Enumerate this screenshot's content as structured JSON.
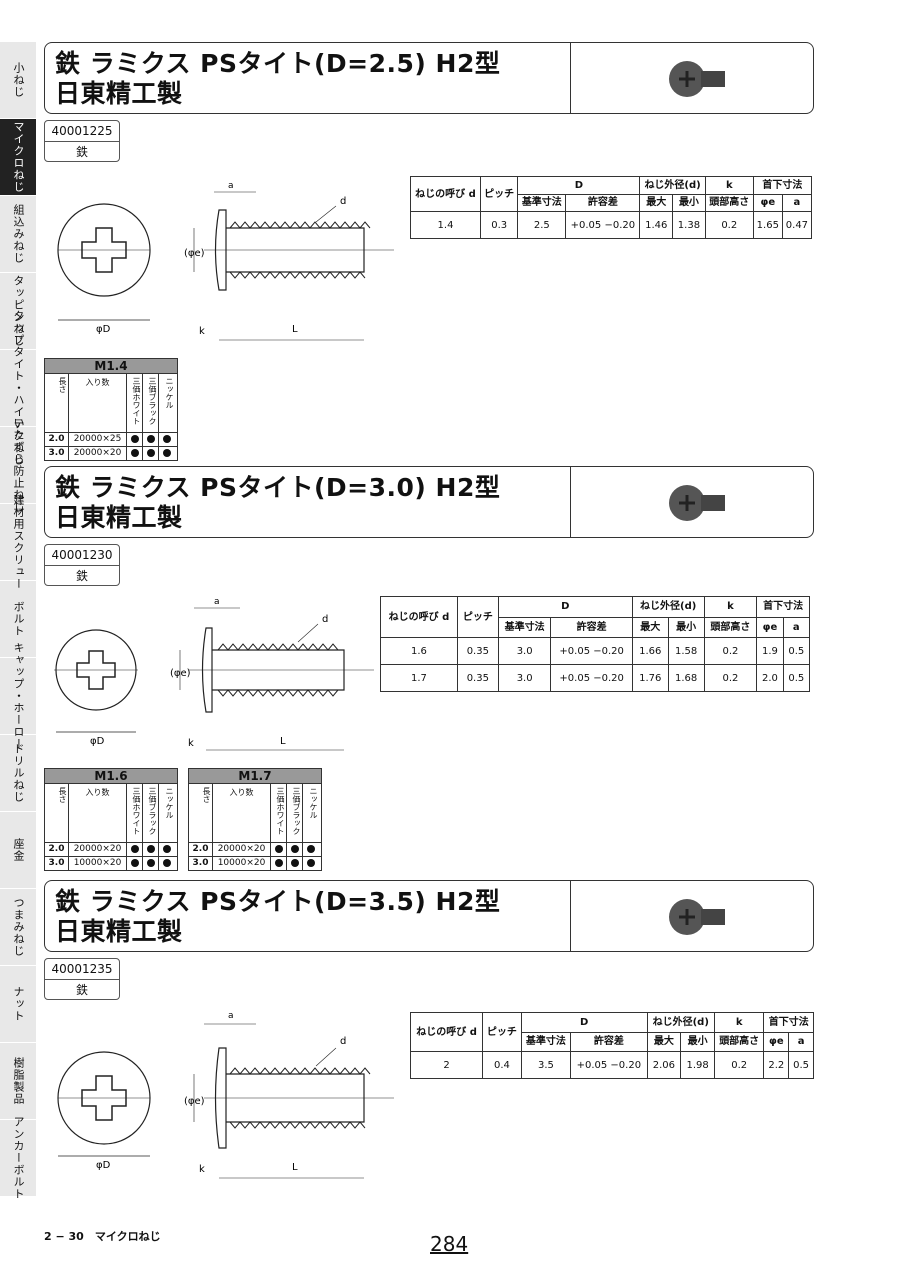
{
  "sidebar": [
    {
      "label": "小ねじ",
      "active": false
    },
    {
      "label": "マイクロねじ",
      "active": true
    },
    {
      "label": "組込みねじ",
      "active": false
    },
    {
      "label": "タッピンねじ",
      "active": false
    },
    {
      "label": "タップタイト・ハイテクねじ",
      "active": false
    },
    {
      "label": "いたずら防止ねじ",
      "active": false
    },
    {
      "label": "建材用スクリュー",
      "active": false
    },
    {
      "label": "ボルト",
      "active": false
    },
    {
      "label": "キャップ・ホーロー",
      "active": false
    },
    {
      "label": "ドリルねじ",
      "active": false
    },
    {
      "label": "座金",
      "active": false
    },
    {
      "label": "つまみねじ",
      "active": false
    },
    {
      "label": "ナット",
      "active": false
    },
    {
      "label": "樹脂製品",
      "active": false
    },
    {
      "label": "アンカーボルト",
      "active": false
    }
  ],
  "drawing_labels": {
    "a": "a",
    "d": "d",
    "phi_e": "(φe)",
    "phi_d": "φD",
    "k": "k",
    "L": "L"
  },
  "spec_header": {
    "nominal": "ねじの呼び d",
    "pitch": "ピッチ",
    "D": "D",
    "base": "基準寸法",
    "tol": "許容差",
    "outer": "ねじ外径(d)",
    "max": "最大",
    "min": "最小",
    "k": "k",
    "k_sub": "頭部高さ",
    "under": "首下寸法",
    "phi_e": "φe",
    "a": "a"
  },
  "qty_header": {
    "length": "長さ",
    "qty": "入り数",
    "c1": "三価ホワイト",
    "c2": "三価ブラック",
    "c3": "ニッケル"
  },
  "sections": [
    {
      "title1": "鉄 ラミクス PSタイト(D=2.5) H2型",
      "title2": "日東精工製",
      "code": "40001225",
      "material": "鉄",
      "rows": [
        {
          "d": "1.4",
          "pitch": "0.3",
          "base": "2.5",
          "tol": "+0.05 −0.20",
          "max": "1.46",
          "min": "1.38",
          "k": "0.2",
          "phi_e": "1.65",
          "a": "0.47"
        }
      ],
      "qtables": [
        {
          "size": "M1.4",
          "rows": [
            {
              "len": "2.0",
              "qty": "20000×25"
            },
            {
              "len": "3.0",
              "qty": "20000×20"
            }
          ]
        }
      ]
    },
    {
      "title1": "鉄 ラミクス PSタイト(D=3.0) H2型",
      "title2": "日東精工製",
      "code": "40001230",
      "material": "鉄",
      "rows": [
        {
          "d": "1.6",
          "pitch": "0.35",
          "base": "3.0",
          "tol": "+0.05 −0.20",
          "max": "1.66",
          "min": "1.58",
          "k": "0.2",
          "phi_e": "1.9",
          "a": "0.5"
        },
        {
          "d": "1.7",
          "pitch": "0.35",
          "base": "3.0",
          "tol": "+0.05 −0.20",
          "max": "1.76",
          "min": "1.68",
          "k": "0.2",
          "phi_e": "2.0",
          "a": "0.5"
        }
      ],
      "qtables": [
        {
          "size": "M1.6",
          "rows": [
            {
              "len": "2.0",
              "qty": "20000×20"
            },
            {
              "len": "3.0",
              "qty": "10000×20"
            }
          ]
        },
        {
          "size": "M1.7",
          "rows": [
            {
              "len": "2.0",
              "qty": "20000×20"
            },
            {
              "len": "3.0",
              "qty": "10000×20"
            }
          ]
        }
      ]
    },
    {
      "title1": "鉄 ラミクス PSタイト(D=3.5) H2型",
      "title2": "日東精工製",
      "code": "40001235",
      "material": "鉄",
      "rows": [
        {
          "d": "2",
          "pitch": "0.4",
          "base": "3.5",
          "tol": "+0.05 −0.20",
          "max": "2.06",
          "min": "1.98",
          "k": "0.2",
          "phi_e": "2.2",
          "a": "0.5"
        }
      ],
      "qtables": []
    }
  ],
  "footer": {
    "section": "2 − 30　マイクロねじ",
    "page": "284"
  }
}
